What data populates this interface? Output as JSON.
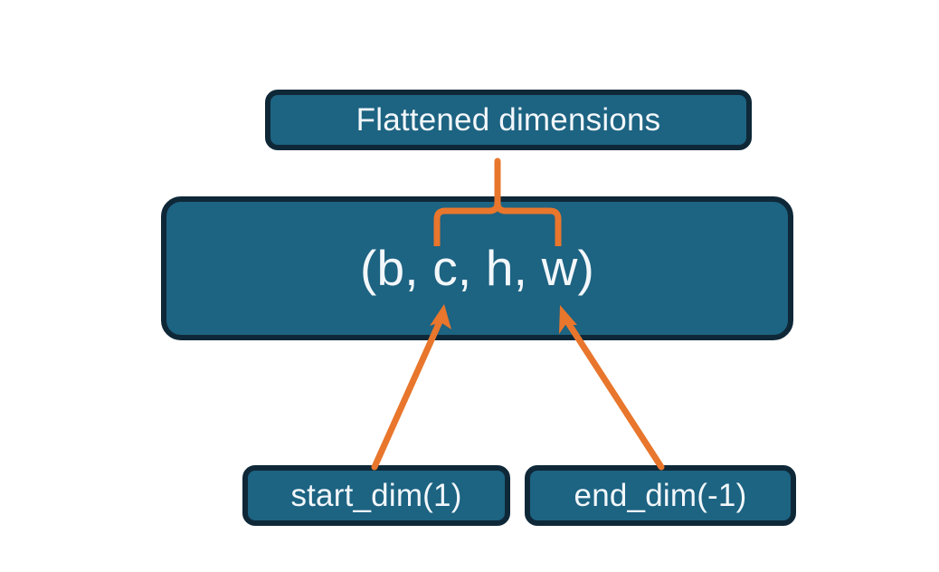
{
  "diagram": {
    "title": "torch flatten start_dim / end_dim illustration",
    "background_color": "#ffffff",
    "node_fill_color": "#1d6382",
    "node_border_color": "#0f2838",
    "node_text_color": "#f2f7fa",
    "connector_color": "#e8762c"
  },
  "nodes": {
    "flattened": {
      "label": "Flattened dimensions"
    },
    "shape": {
      "label": "(b, c, h, w)"
    },
    "start_dim": {
      "label": "start_dim(1)"
    },
    "end_dim": {
      "label": "end_dim(-1)"
    }
  },
  "connectors": [
    {
      "name": "brace-over-c-h-w",
      "type": "curly-brace-up",
      "color": "#e8762c",
      "from": "shape",
      "to": "flattened"
    },
    {
      "name": "arrow-start-dim-to-c",
      "type": "arrow",
      "color": "#e8762c",
      "from": "start_dim",
      "to": "shape"
    },
    {
      "name": "arrow-end-dim-to-w",
      "type": "arrow",
      "color": "#e8762c",
      "from": "end_dim",
      "to": "shape"
    }
  ]
}
